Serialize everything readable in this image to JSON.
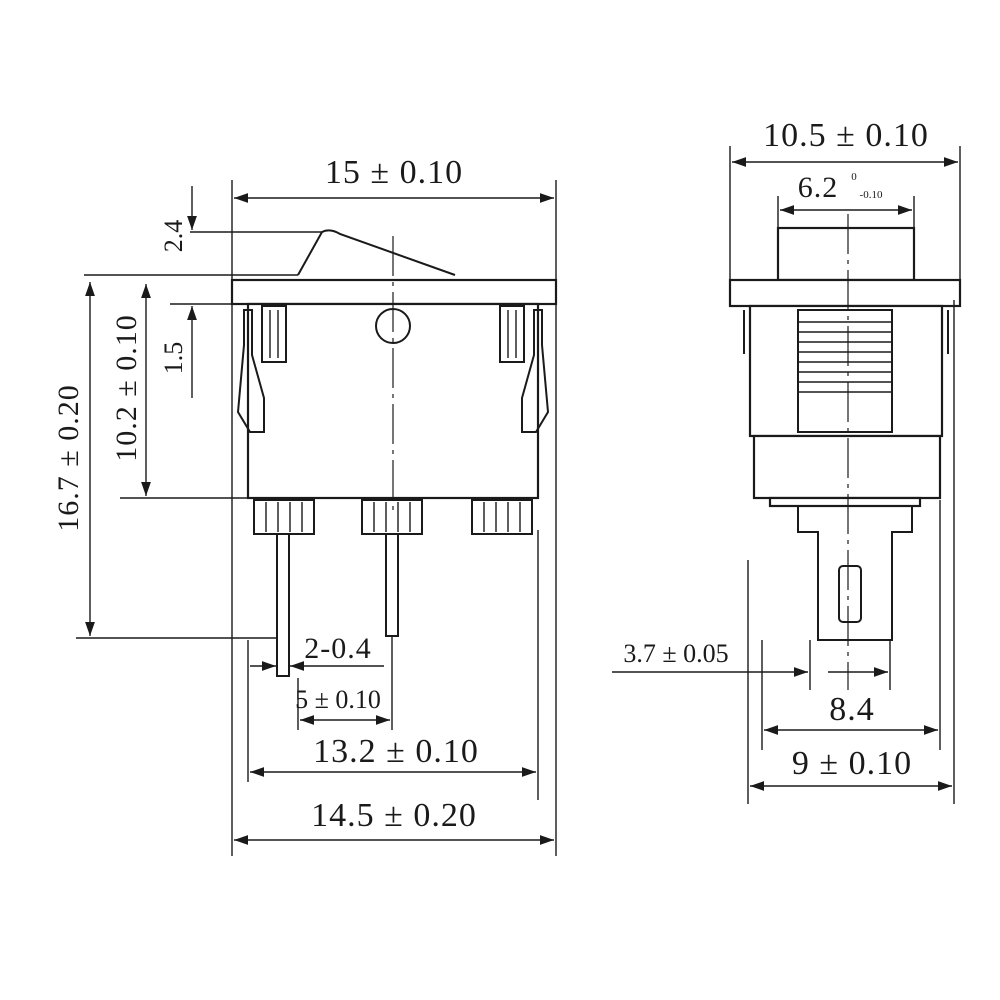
{
  "front_view": {
    "dim_width_top": "15 ± 0.10",
    "dim_rocker_height": "2.4",
    "dim_flange_thickness": "1.5",
    "dim_body_height": "10.2 ± 0.10",
    "dim_overall_height": "16.7 ± 0.20",
    "dim_terminal_thickness": "2-0.4",
    "dim_terminal_pitch": "5 ± 0.10",
    "dim_body_width": "13.2 ± 0.10",
    "dim_clip_width": "14.5 ± 0.20"
  },
  "side_view": {
    "dim_flange_width": "10.5 ± 0.10",
    "dim_rocker_width": "6.2",
    "dim_rocker_tol_upper": "0",
    "dim_rocker_tol_lower": "-0.10",
    "dim_terminal_width": "3.7 ± 0.05",
    "dim_body_width": "8.4",
    "dim_clip_width": "9 ± 0.10"
  }
}
